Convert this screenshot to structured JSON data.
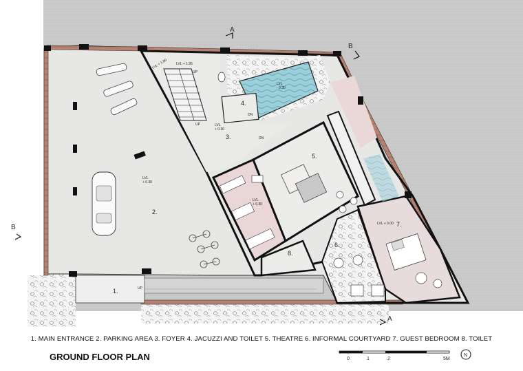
{
  "rooms": [
    {
      "num": "1.",
      "name": "MAIN ENTRANCE"
    },
    {
      "num": "2.",
      "name": "PARKING AREA"
    },
    {
      "num": "3.",
      "name": "FOYER"
    },
    {
      "num": "4.",
      "name": "JACUZZI AND TOILET"
    },
    {
      "num": "5.",
      "name": "THEATRE"
    },
    {
      "num": "6.",
      "name": "INFORMAL COURTYARD"
    },
    {
      "num": "7.",
      "name": "GUEST BEDROOM"
    },
    {
      "num": "8.",
      "name": "TOILET"
    }
  ],
  "legend_text": "1. MAIN ENTRANCE  2. PARKING AREA  3. FOYER  4. JACUZZI AND TOILET  5. THEATRE  6. INFORMAL COURTYARD  7. GUEST BEDROOM  8. TOILET",
  "title": "GROUND FLOOR PLAN",
  "section_markers": {
    "a": "A",
    "b": "B"
  },
  "levels": {
    "parking": "LVL\n+ 0.30",
    "foyer": "LVL\n+ 0.30",
    "stair_1": "LVL + 1.80",
    "stair_2": "LVL + 1.95",
    "jacuzzi": "LVL\n- 0.30",
    "theatre": "LVL\n+ 0.30",
    "bedroom": "LVL + 0.00"
  },
  "stair_labels": {
    "up": "UP",
    "dn": "DN"
  },
  "scale_bar": {
    "ticks": [
      "0",
      "1",
      "2",
      "5M"
    ],
    "north": "N"
  },
  "colors": {
    "ground": "#c8c8c8",
    "floor": "#e6e6e4",
    "wall": "#111111",
    "brick": "#b07a6a",
    "water": "#8cc9d6",
    "theatre_pink": "#e9d6d6",
    "bedroom_pink": "#ead8d8"
  }
}
